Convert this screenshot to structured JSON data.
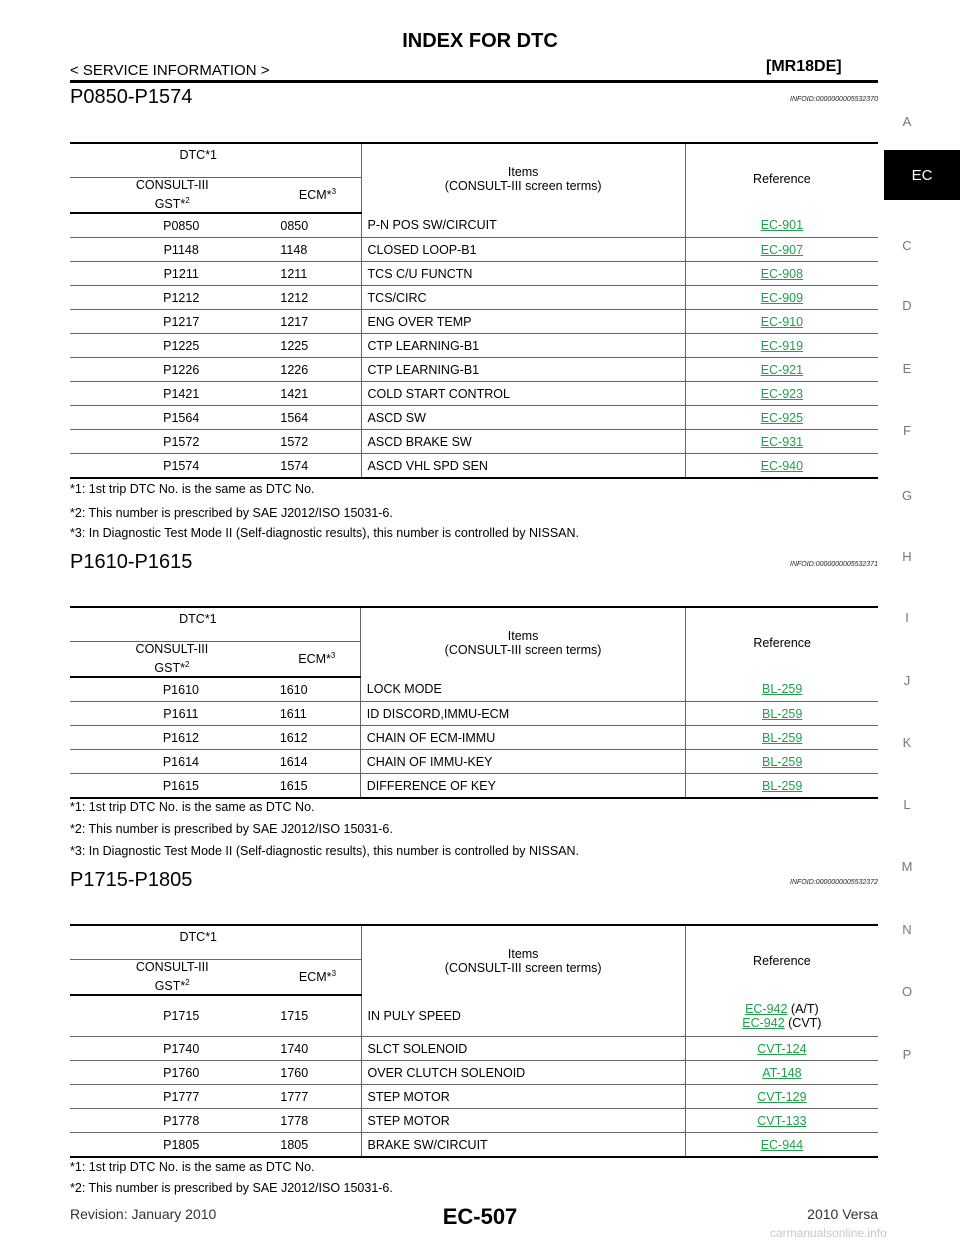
{
  "header": {
    "title": "INDEX FOR DTC",
    "breadcrumb": "< SERVICE INFORMATION >",
    "engine": "[MR18DE]"
  },
  "side_index": {
    "letters": [
      "A",
      "C",
      "D",
      "E",
      "F",
      "G",
      "H",
      "I",
      "J",
      "K",
      "L",
      "M",
      "N",
      "O",
      "P"
    ],
    "active": "EC"
  },
  "table_headers": {
    "dtc": "DTC*1",
    "consult": "CONSULT-III",
    "gst": "GST*",
    "gst_sup": "2",
    "ecm": "ECM*",
    "ecm_sup": "3",
    "items_line1": "Items",
    "items_line2": "(CONSULT-III screen terms)",
    "reference": "Reference"
  },
  "sections": [
    {
      "title": "P0850-P1574",
      "infoid": "INFOID:0000000005532370",
      "rows": [
        {
          "gst": "P0850",
          "ecm": "0850",
          "item": "P-N POS SW/CIRCUIT",
          "ref": "EC-901"
        },
        {
          "gst": "P1148",
          "ecm": "1148",
          "item": "CLOSED LOOP-B1",
          "ref": "EC-907"
        },
        {
          "gst": "P1211",
          "ecm": "1211",
          "item": "TCS C/U FUNCTN",
          "ref": "EC-908"
        },
        {
          "gst": "P1212",
          "ecm": "1212",
          "item": "TCS/CIRC",
          "ref": "EC-909"
        },
        {
          "gst": "P1217",
          "ecm": "1217",
          "item": "ENG OVER TEMP",
          "ref": "EC-910"
        },
        {
          "gst": "P1225",
          "ecm": "1225",
          "item": "CTP LEARNING-B1",
          "ref": "EC-919"
        },
        {
          "gst": "P1226",
          "ecm": "1226",
          "item": "CTP LEARNING-B1",
          "ref": "EC-921"
        },
        {
          "gst": "P1421",
          "ecm": "1421",
          "item": "COLD START CONTROL",
          "ref": "EC-923"
        },
        {
          "gst": "P1564",
          "ecm": "1564",
          "item": "ASCD SW",
          "ref": "EC-925"
        },
        {
          "gst": "P1572",
          "ecm": "1572",
          "item": "ASCD BRAKE SW",
          "ref": "EC-931"
        },
        {
          "gst": "P1574",
          "ecm": "1574",
          "item": "ASCD VHL SPD SEN",
          "ref": "EC-940"
        }
      ],
      "notes": [
        "*1: 1st trip DTC No. is the same as DTC No.",
        "*2: This number is prescribed by SAE J2012/ISO 15031-6.",
        "*3: In Diagnostic Test Mode II (Self-diagnostic results), this number is controlled by NISSAN."
      ]
    },
    {
      "title": "P1610-P1615",
      "infoid": "INFOID:0000000005532371",
      "rows": [
        {
          "gst": "P1610",
          "ecm": "1610",
          "item": "LOCK MODE",
          "ref": "BL-259"
        },
        {
          "gst": "P1611",
          "ecm": "1611",
          "item": "ID DISCORD,IMMU-ECM",
          "ref": "BL-259"
        },
        {
          "gst": "P1612",
          "ecm": "1612",
          "item": "CHAIN OF ECM-IMMU",
          "ref": "BL-259"
        },
        {
          "gst": "P1614",
          "ecm": "1614",
          "item": "CHAIN OF IMMU-KEY",
          "ref": "BL-259"
        },
        {
          "gst": "P1615",
          "ecm": "1615",
          "item": "DIFFERENCE OF KEY",
          "ref": "BL-259"
        }
      ],
      "notes": [
        "*1: 1st trip DTC No. is the same as DTC No.",
        "*2: This number is prescribed by SAE J2012/ISO 15031-6.",
        "*3: In Diagnostic Test Mode II (Self-diagnostic results), this number is controlled by NISSAN."
      ]
    },
    {
      "title": "P1715-P1805",
      "infoid": "INFOID:0000000005532372",
      "rows": [
        {
          "gst": "P1715",
          "ecm": "1715",
          "item": "IN PULY SPEED",
          "ref": "EC-942",
          "ref_suffix": " (A/T)",
          "ref2": "EC-942",
          "ref2_suffix": " (CVT)"
        },
        {
          "gst": "P1740",
          "ecm": "1740",
          "item": "SLCT SOLENOID",
          "ref": "CVT-124"
        },
        {
          "gst": "P1760",
          "ecm": "1760",
          "item": "OVER CLUTCH SOLENOID",
          "ref": "AT-148"
        },
        {
          "gst": "P1777",
          "ecm": "1777",
          "item": "STEP MOTOR",
          "ref": "CVT-129"
        },
        {
          "gst": "P1778",
          "ecm": "1778",
          "item": "STEP MOTOR",
          "ref": "CVT-133"
        },
        {
          "gst": "P1805",
          "ecm": "1805",
          "item": "BRAKE SW/CIRCUIT",
          "ref": "EC-944"
        }
      ],
      "notes": [
        "*1: 1st trip DTC No. is the same as DTC No.",
        "*2: This number is prescribed by SAE J2012/ISO 15031-6."
      ]
    }
  ],
  "footer": {
    "revision": "Revision: January 2010",
    "page": "EC-507",
    "model": "2010 Versa",
    "watermark": "carmanualsonline.info"
  }
}
